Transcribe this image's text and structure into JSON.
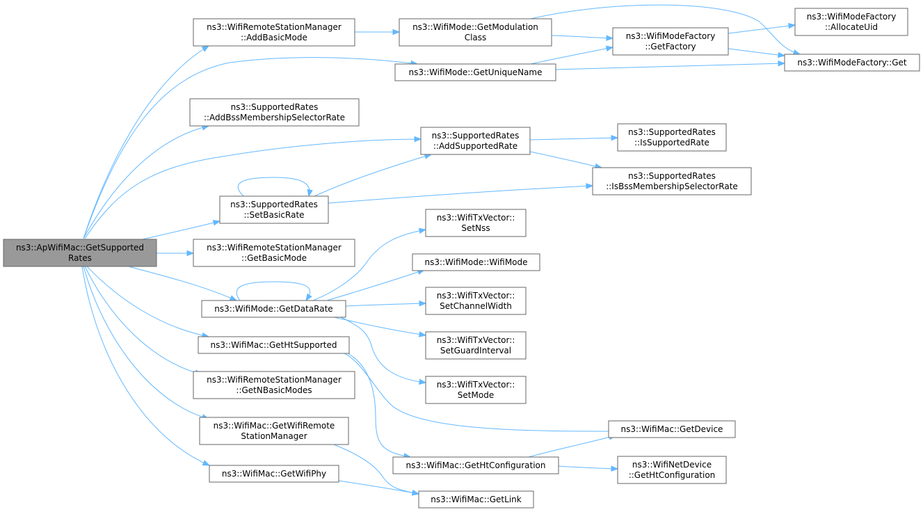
{
  "colors": {
    "edge": "#63b8ff",
    "root_fill": "#999999",
    "node_fill": "#ffffff",
    "node_border": "#666666"
  },
  "nodes": {
    "root": [
      "ns3::ApWifiMac::GetSupported",
      "Rates"
    ],
    "addBasicMode": [
      "ns3::WifiRemoteStationManager",
      "::AddBasicMode"
    ],
    "getModulationClass": [
      "ns3::WifiMode::GetModulation",
      "Class"
    ],
    "getUniqueName": [
      "ns3::WifiMode::GetUniqueName"
    ],
    "getFactory": [
      "ns3::WifiModeFactory",
      "::GetFactory"
    ],
    "allocateUid": [
      "ns3::WifiModeFactory",
      "::AllocateUid"
    ],
    "factoryGet": [
      "ns3::WifiModeFactory::Get"
    ],
    "addBssSel": [
      "ns3::SupportedRates",
      "::AddBssMembershipSelectorRate"
    ],
    "addSupportedRate": [
      "ns3::SupportedRates",
      "::AddSupportedRate"
    ],
    "isSupportedRate": [
      "ns3::SupportedRates",
      "::IsSupportedRate"
    ],
    "isBssSel": [
      "ns3::SupportedRates",
      "::IsBssMembershipSelectorRate"
    ],
    "setBasicRate": [
      "ns3::SupportedRates",
      "::SetBasicRate"
    ],
    "getBasicMode": [
      "ns3::WifiRemoteStationManager",
      "::GetBasicMode"
    ],
    "setNss": [
      "ns3::WifiTxVector::",
      "SetNss"
    ],
    "wifiMode": [
      "ns3::WifiMode::WifiMode"
    ],
    "getDataRate": [
      "ns3::WifiMode::GetDataRate"
    ],
    "setChannelWidth": [
      "ns3::WifiTxVector::",
      "SetChannelWidth"
    ],
    "setGuardInterval": [
      "ns3::WifiTxVector::",
      "SetGuardInterval"
    ],
    "getHtSupported": [
      "ns3::WifiMac::GetHtSupported"
    ],
    "setMode": [
      "ns3::WifiTxVector::",
      "SetMode"
    ],
    "getNBasicModes": [
      "ns3::WifiRemoteStationManager",
      "::GetNBasicModes"
    ],
    "getWifiRsm": [
      "ns3::WifiMac::GetWifiRemote",
      "StationManager"
    ],
    "getDevice": [
      "ns3::WifiMac::GetDevice"
    ],
    "getHtConfiguration": [
      "ns3::WifiMac::GetHtConfiguration"
    ],
    "netDevGetHtConfig": [
      "ns3::WifiNetDevice",
      "::GetHtConfiguration"
    ],
    "getWifiPhy": [
      "ns3::WifiMac::GetWifiPhy"
    ],
    "getLink": [
      "ns3::WifiMac::GetLink"
    ]
  }
}
